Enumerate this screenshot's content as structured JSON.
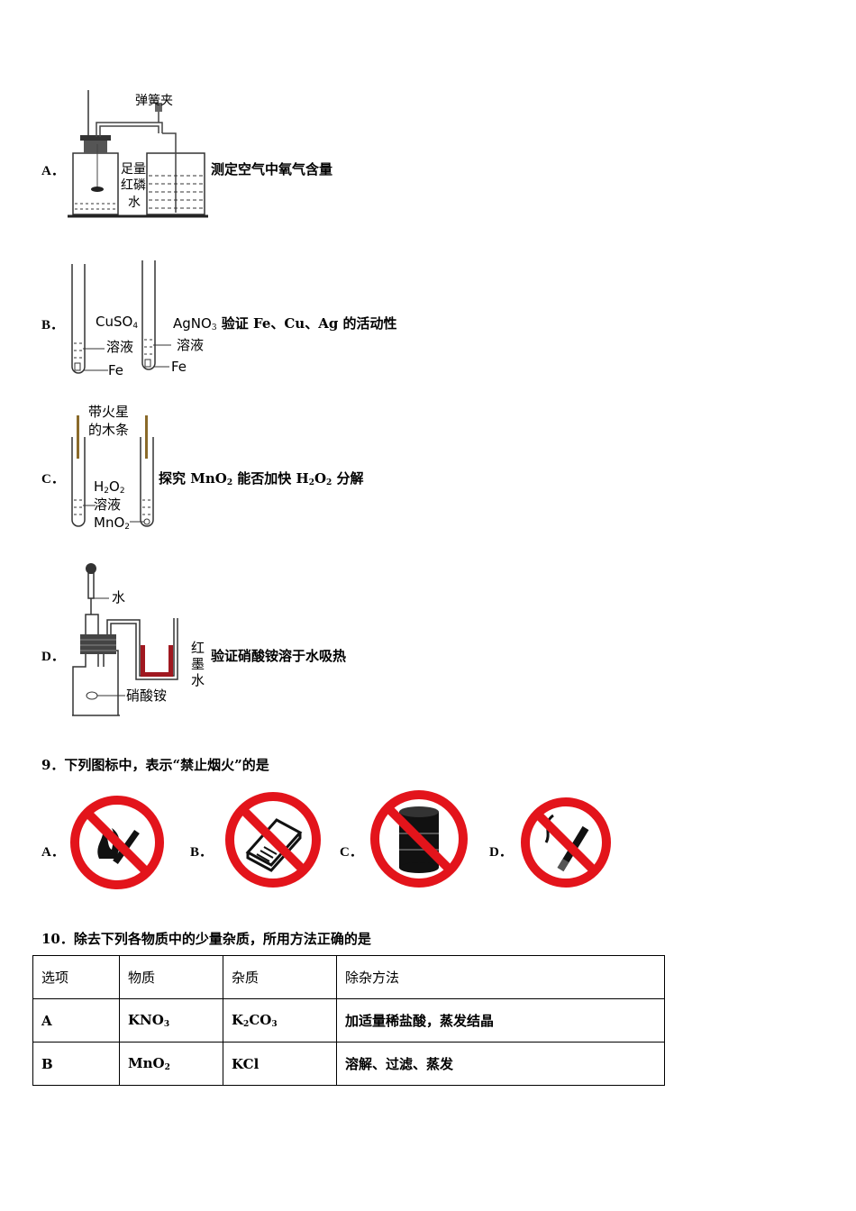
{
  "q8": {
    "A": {
      "label": "A．",
      "desc": "测定空气中氧气含量",
      "diagram": {
        "clamp": "弹簧夹",
        "phosphorus_1": "足量",
        "phosphorus_2": "红磷",
        "water": "水"
      }
    },
    "B": {
      "label": "B．",
      "desc_pre": "AgNO",
      "desc_sub": "3",
      "desc_post": " 验证 Fe、Cu、Ag 的活动性",
      "diagram": {
        "cuso4": "CuSO",
        "cuso4_sub": "4",
        "solution_1": "溶液",
        "fe_1": "Fe",
        "solution_2": "溶液",
        "fe_2": "Fe"
      }
    },
    "C": {
      "label": "C．",
      "desc_1": "探究 MnO",
      "desc_sub_1": "2",
      "desc_2": " 能否加快 H",
      "desc_sub_2": "2",
      "desc_3": "O",
      "desc_sub_3": "2",
      "desc_4": " 分解",
      "diagram": {
        "splint_1": "带火星",
        "splint_2": "的木条",
        "h2o2": "H",
        "h2o2_sub1": "2",
        "h2o2_mid": "O",
        "h2o2_sub2": "2",
        "solution": "溶液",
        "mno2": "MnO",
        "mno2_sub": "2"
      }
    },
    "D": {
      "label": "D．",
      "desc": "验证硝酸铵溶于水吸热",
      "diagram": {
        "water": "水",
        "ink_1": "红",
        "ink_2": "墨",
        "ink_3": "水",
        "salt": "硝酸铵"
      }
    }
  },
  "q9": {
    "title": "9．下列图标中，表示“禁止烟火”的是",
    "options": [
      {
        "label": "A．",
        "icon": "no-fire-smoking-sign"
      },
      {
        "label": "B．",
        "icon": "no-matches-sign"
      },
      {
        "label": "C．",
        "icon": "no-oil-barrel-sign"
      },
      {
        "label": "D．",
        "icon": "no-smoking-sign"
      }
    ],
    "colors": {
      "ring": "#e3141b",
      "symbol": "#111111"
    }
  },
  "q10": {
    "title": "10．除去下列各物质中的少量杂质，所用方法正确的是",
    "headers": [
      "选项",
      "物质",
      "杂质",
      "除杂方法"
    ],
    "rows": [
      {
        "opt": "A",
        "sub_main": "KNO",
        "sub_main_sub": "3",
        "imp": "K",
        "imp_sub1": "2",
        "imp_mid": "CO",
        "imp_sub2": "3",
        "method": "加适量稀盐酸，蒸发结晶"
      },
      {
        "opt": "B",
        "sub_main": "MnO",
        "sub_main_sub": "2",
        "imp": "KCl",
        "method": "溶解、过滤、蒸发"
      }
    ]
  }
}
